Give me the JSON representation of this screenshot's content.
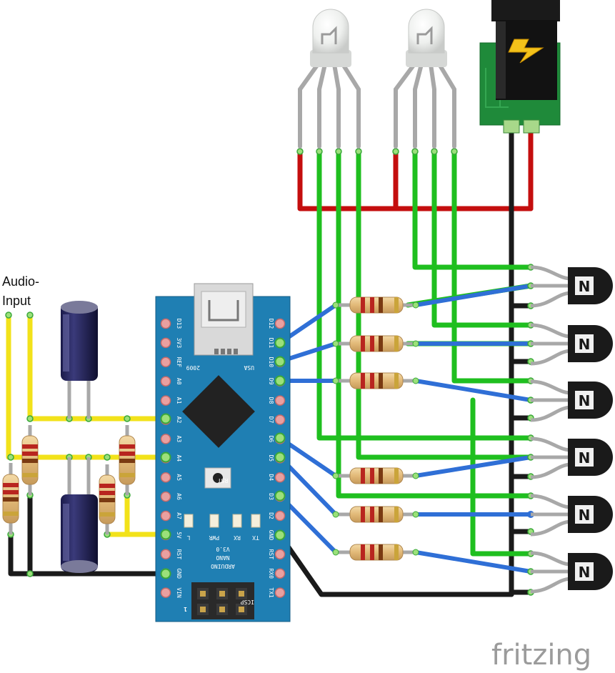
{
  "audio_label_line1": "Audio-",
  "audio_label_line2": "Input",
  "board": {
    "silk_name_line1": "ARDUINO",
    "silk_name_line2": "NANO",
    "silk_version": "V3.0",
    "silk_year": "2009",
    "silk_country": "USA",
    "icsp_label": "ICSP",
    "pin1_mark": "1",
    "pins_left": [
      "D13",
      "3V3",
      "REF",
      "A0",
      "A1",
      "A2",
      "A3",
      "A4",
      "A5",
      "A6",
      "A7",
      "5V",
      "RST",
      "GND",
      "VIN"
    ],
    "pins_right": [
      "D12",
      "D11",
      "D10",
      "D9",
      "D8",
      "D7",
      "D6",
      "D5",
      "D4",
      "D3",
      "D2",
      "GND",
      "RST",
      "RX0",
      "TX1"
    ],
    "leds": [
      "L",
      "PWR",
      "RX",
      "TX"
    ],
    "reset_label": "RST"
  },
  "power_jack_icon": "lightning-icon",
  "transistor_marks": [
    "N",
    "N",
    "N",
    "N",
    "N",
    "N"
  ],
  "watermark": "fritzing",
  "colors": {
    "board": "#1f7fb3",
    "wire_green": "#1fbf1f",
    "wire_blue": "#2f6fd6",
    "wire_red": "#c40e0e",
    "wire_black": "#1a1a1a",
    "wire_yellow": "#f2e21a",
    "pcb_green": "#1f8a3a"
  }
}
